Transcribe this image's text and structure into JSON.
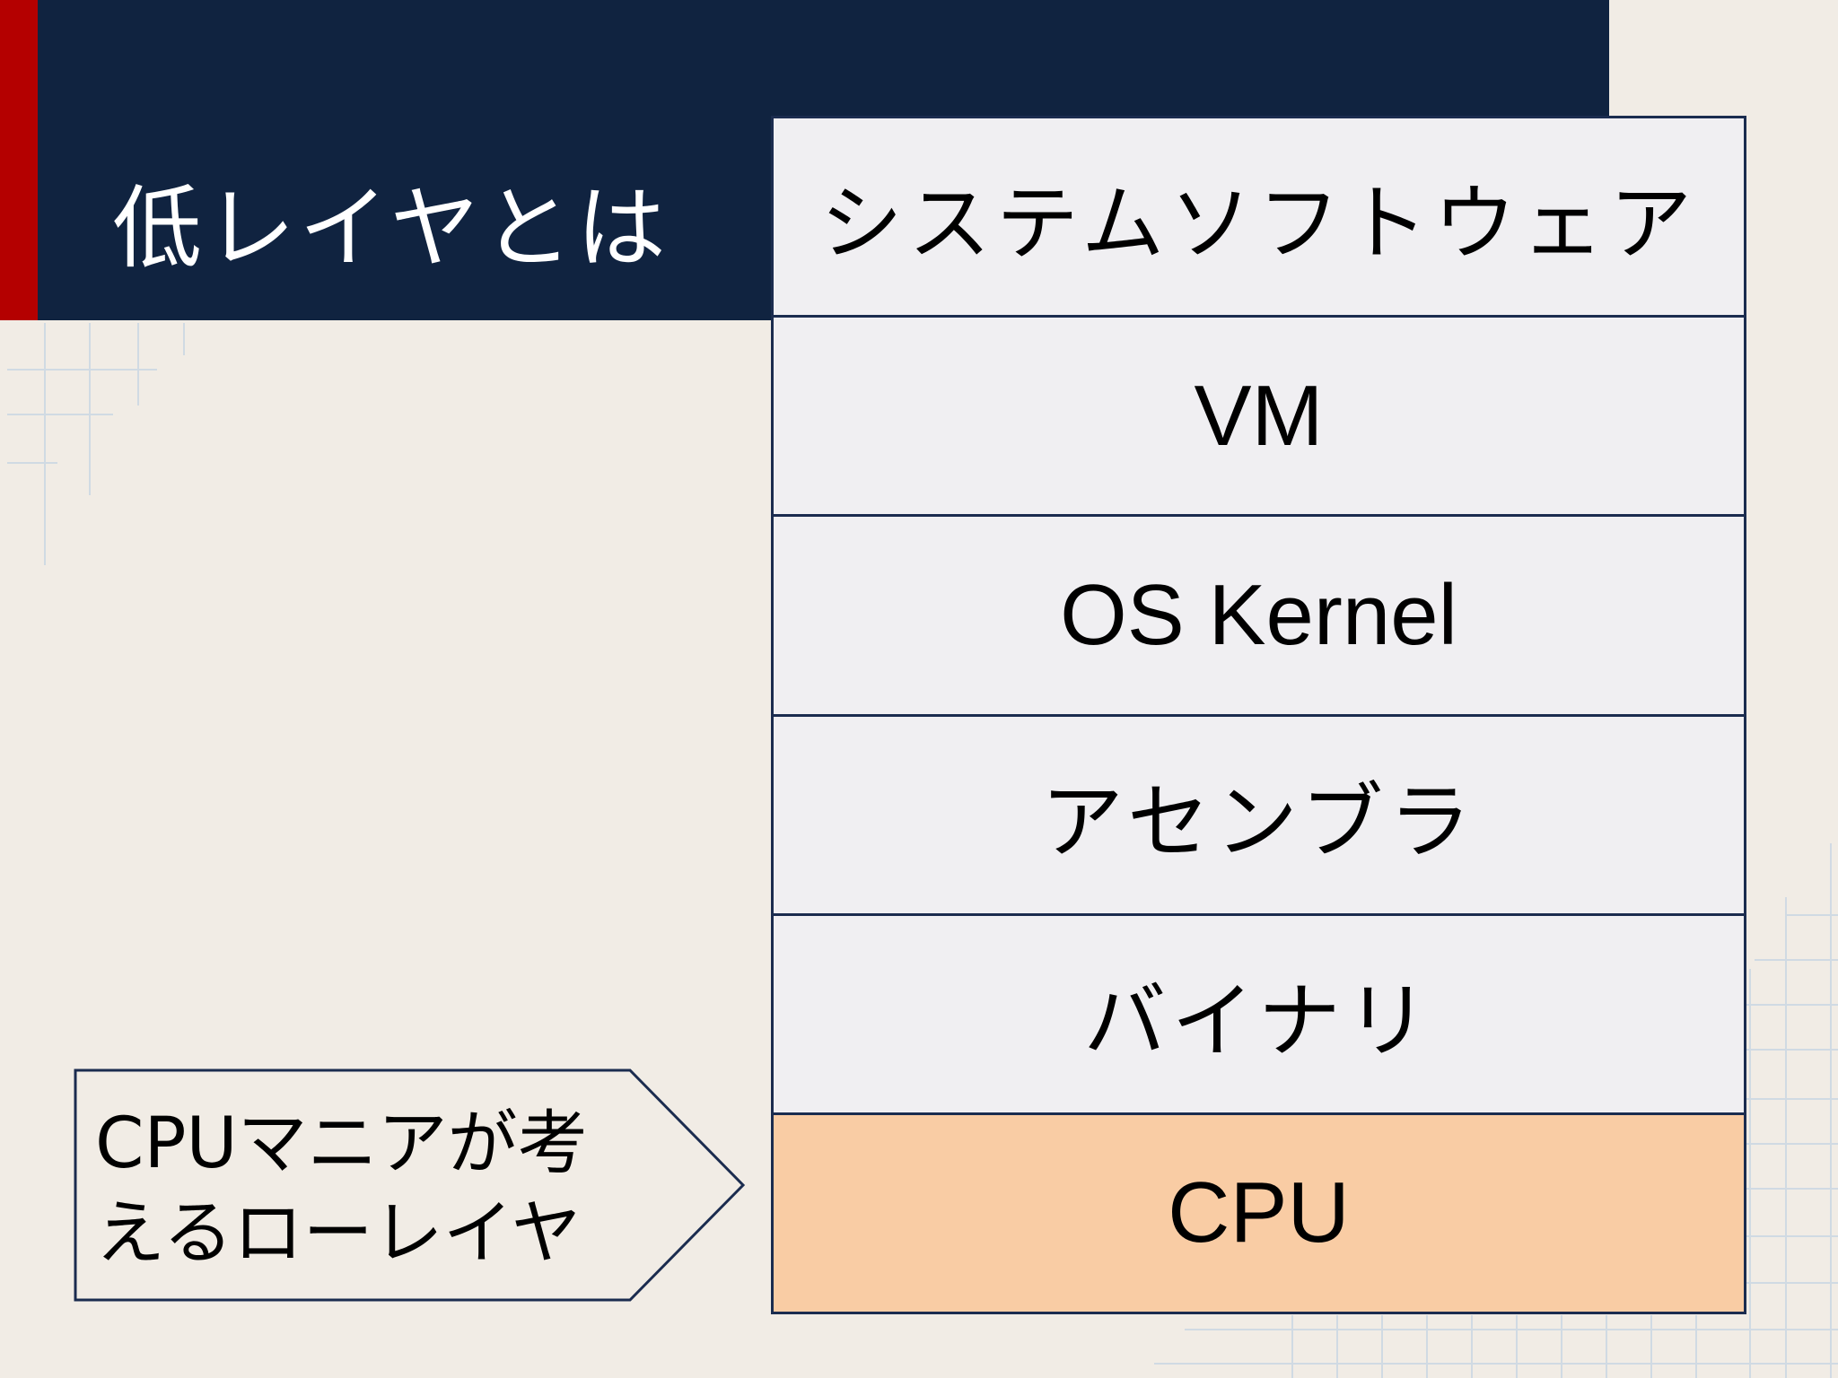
{
  "slide": {
    "title": "低レイヤとは",
    "colors": {
      "background": "#f1ece5",
      "title_bar": "#102340",
      "accent_red": "#b40000",
      "layer_fill": "#f0eff2",
      "highlight_fill": "#f9cca4",
      "border": "#1b2c4f"
    }
  },
  "layers": [
    {
      "label": "システムソフトウェア"
    },
    {
      "label": "VM"
    },
    {
      "label": "OS Kernel"
    },
    {
      "label": "アセンブラ"
    },
    {
      "label": "バイナリ"
    },
    {
      "label": "CPU",
      "highlighted": true
    }
  ],
  "callout": {
    "line1": "CPUマニアが考",
    "line2": "えるローレイヤ"
  }
}
